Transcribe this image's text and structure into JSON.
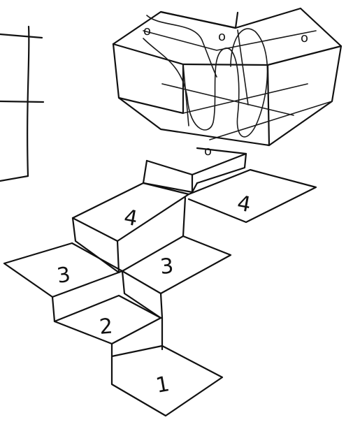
{
  "sketch": {
    "steps": [
      {
        "number": "1"
      },
      {
        "number": "2"
      },
      {
        "number": "3"
      },
      {
        "number": "3"
      },
      {
        "number": "4"
      },
      {
        "number": "4"
      }
    ],
    "markers": [
      {
        "symbol": "o"
      },
      {
        "symbol": "o"
      },
      {
        "symbol": "o"
      },
      {
        "symbol": "o"
      }
    ]
  }
}
